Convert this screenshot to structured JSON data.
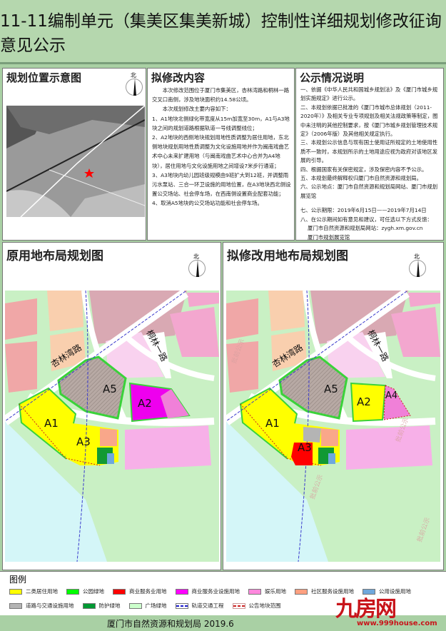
{
  "title": "11-11编制单元（集美区集美新城）控制性详细规划修改征询意见公示",
  "location": {
    "heading": "规划位置示意图",
    "north": "北"
  },
  "changes": {
    "heading": "拟修改内容",
    "paragraphs": [
      "本次修改范围位于厦门市集美区，杏林湾路和桐林一路交叉口南侧，涉及地块面积约14.58公顷。",
      "本次规划修改主要内容如下：",
      "1、A1地块北侧绿化带宽度从15m加宽至30m，A1与A3地块之间的规划道路根据轨道一号线调整线位；",
      "2、A2地块的西侧地块规划用地性质调整为居住用地，东北侧地块规划用地性质调整为文化设施用地并作为闽南戏曲艺术中心未来扩建用地（与闽南戏曲艺术中心合并为A4地块），居住用地与文化设施用地之间增设7米步行通道；",
      "3、A3地块内幼儿园班级规模由9班扩大到12班，并调整雨污水泵站、三合一环卫设施的用地位置，在A3地块西北侧设置公交场站、社会停车场，在西南侧设置商业配套功能；",
      "4、取消A5地块的公交场站功能和社会停车场。"
    ]
  },
  "notice": {
    "heading": "公示情况说明",
    "items": [
      "一、依据《中华人民共和国城乡规划法》及《厦门市城乡规划实施规定》进行公示。",
      "二、本规划依据已批准的《厦门市城市总体规划（2011-2020年）》及相关专业专项规划及相关法规政策等制定，图中未注明的其他控制要求，按《厦门市城乡规划管理技术规定》（2006年版）及其他相关规定执行。",
      "三、本规划公示信息与现有国土使用证所规定的土地使用性质不一致时，本规划所示的土地用途应视为政府对该地区发展的引导。",
      "四、根据国家有关保密规定，涉及保密内容不予公示。",
      "五、本规划最终解释权归厦门市自然资源和规划局。",
      "六、公示地点：厦门市自然资源和规划局网站、厦门市规划展览馆",
      "七、公示期限：2019年6月15日——2019年7月14日",
      "八、在公示期间如有意见和建议，可任选以下方式反馈：",
      "厦门市自然资源和规划局网站：zygh.xm.gov.cn",
      "厦门市规划展览馆"
    ]
  },
  "original_map": {
    "heading": "原用地布局规划图",
    "north": "北",
    "road1": "杏林湾路",
    "road2": "桐林一路",
    "plots": [
      "A1",
      "A2",
      "A3",
      "A5"
    ]
  },
  "revised_map": {
    "heading": "拟修改用地布局规划图",
    "north": "北",
    "road1": "杏林湾路",
    "road2": "桐林一路",
    "plots": [
      "A1",
      "A2",
      "A3",
      "A4",
      "A5"
    ],
    "watermark": "批前公示"
  },
  "legend": {
    "heading": "图例",
    "items": [
      {
        "label": "二类居住用地",
        "color": "#ffff00"
      },
      {
        "label": "公园绿地",
        "color": "#00ff00"
      },
      {
        "label": "商业服务业用地",
        "color": "#ff0000"
      },
      {
        "label": "商业服务业设施用地",
        "color": "#ff00ff"
      },
      {
        "label": "娱乐用地",
        "color": "#ff88dd"
      },
      {
        "label": "社区服务设施用地",
        "color": "#ffa080"
      },
      {
        "label": "公用设施用地",
        "color": "#6fa8dc"
      },
      {
        "label": "道路与交通设施用地",
        "color": "#b4b4b4"
      },
      {
        "label": "防护绿地",
        "color": "#009933"
      },
      {
        "label": "广场绿地",
        "color": "#ccffcc"
      },
      {
        "label": "轨道交通工程",
        "color": "#1a1acc"
      },
      {
        "label": "公告地块范围",
        "color": "#cc2222"
      }
    ]
  },
  "footer": {
    "text": "厦门市自然资源和规划局  2019.6"
  },
  "watermark": {
    "logo": "九房网",
    "url": "www.999house.com"
  }
}
